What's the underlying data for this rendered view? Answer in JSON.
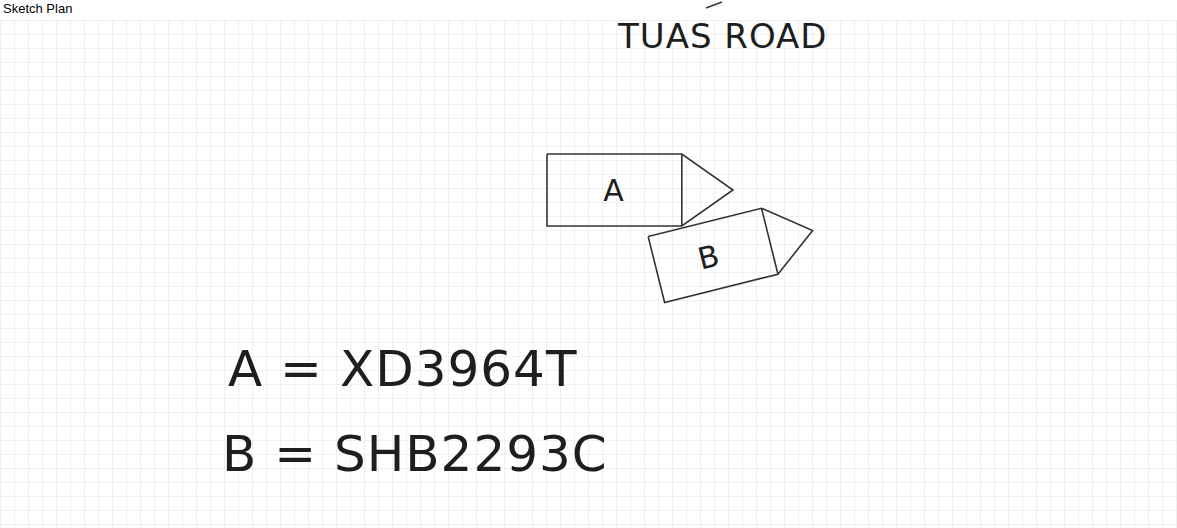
{
  "diagram": {
    "title": "Sketch Plan",
    "nodes": [
      {
        "text": [
          "A"
        ]
      },
      {
        "text": [
          "B"
        ]
      }
    ],
    "labels": [
      "TUAS ROAD",
      "A = XD3964T",
      "B = SHB2293C"
    ]
  }
}
